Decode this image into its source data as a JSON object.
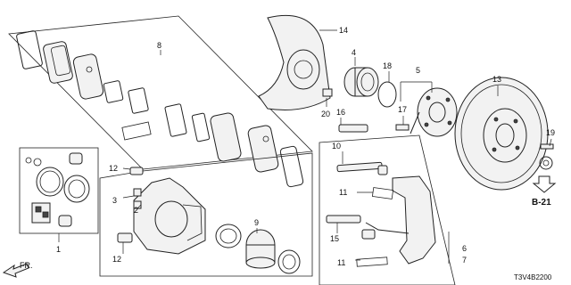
{
  "labels": {
    "p1": "1",
    "p2": "2",
    "p3": "3",
    "p4": "4",
    "p5": "5",
    "p6": "6",
    "p7": "7",
    "p8": "8",
    "p9": "9",
    "p10": "10",
    "p11a": "11",
    "p11b": "11",
    "p12a": "12",
    "p12b": "12",
    "p13": "13",
    "p14": "14",
    "p15": "15",
    "p16": "16",
    "p17": "17",
    "p18": "18",
    "p19": "19",
    "p20": "20"
  },
  "ref": "B-21",
  "direction": "FR.",
  "diagram_code": "T3V4B2200"
}
